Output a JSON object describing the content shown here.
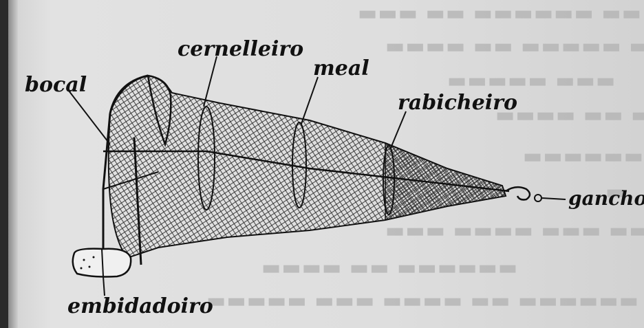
{
  "labels": {
    "bocal": "bocal",
    "cernelleiro": "cernelleiro",
    "meal": "meal",
    "rabicheiro": "rabicheiro",
    "gancho": "gancho",
    "embidadoiro": "embidadoiro"
  }
}
